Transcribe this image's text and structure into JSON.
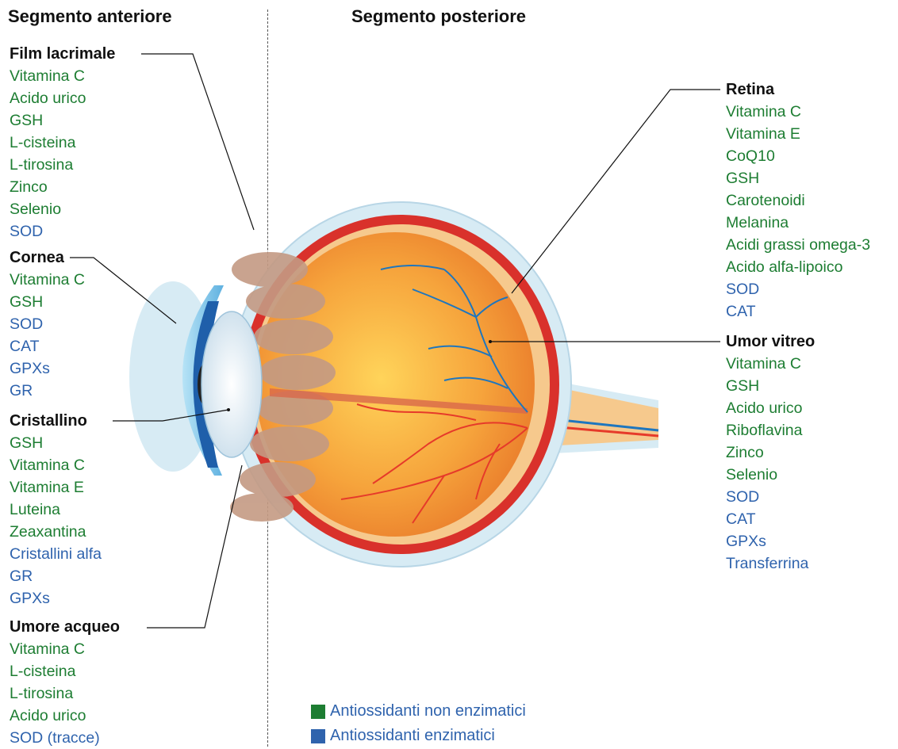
{
  "headings": {
    "anterior": "Segmento anteriore",
    "posterior": "Segmento posteriore"
  },
  "groups": [
    {
      "id": "film",
      "title": "Film lacrimale",
      "items": [
        {
          "text": "Vitamina C",
          "type": "green"
        },
        {
          "text": "Acido urico",
          "type": "green"
        },
        {
          "text": "GSH",
          "type": "green"
        },
        {
          "text": "L-cisteina",
          "type": "green"
        },
        {
          "text": "L-tirosina",
          "type": "green"
        },
        {
          "text": "Zinco",
          "type": "green"
        },
        {
          "text": "Selenio",
          "type": "green"
        },
        {
          "text": "SOD",
          "type": "blue"
        }
      ]
    },
    {
      "id": "cornea",
      "title": "Cornea",
      "items": [
        {
          "text": "Vitamina C",
          "type": "green"
        },
        {
          "text": "GSH",
          "type": "green"
        },
        {
          "text": "SOD",
          "type": "blue"
        },
        {
          "text": "CAT",
          "type": "blue"
        },
        {
          "text": "GPXs",
          "type": "blue"
        },
        {
          "text": "GR",
          "type": "blue"
        }
      ]
    },
    {
      "id": "cristallino",
      "title": "Cristallino",
      "items": [
        {
          "text": "GSH",
          "type": "green"
        },
        {
          "text": "Vitamina C",
          "type": "green"
        },
        {
          "text": "Vitamina E",
          "type": "green"
        },
        {
          "text": "Luteina",
          "type": "green"
        },
        {
          "text": "Zeaxantina",
          "type": "green"
        },
        {
          "text": "Cristallini alfa",
          "type": "blue"
        },
        {
          "text": "GR",
          "type": "blue"
        },
        {
          "text": "GPXs",
          "type": "blue"
        }
      ]
    },
    {
      "id": "acqueo",
      "title": "Umore acqueo",
      "items": [
        {
          "text": "Vitamina C",
          "type": "green"
        },
        {
          "text": "L-cisteina",
          "type": "green"
        },
        {
          "text": "L-tirosina",
          "type": "green"
        },
        {
          "text": "Acido urico",
          "type": "green"
        },
        {
          "text": "SOD (tracce)",
          "type": "blue"
        }
      ]
    },
    {
      "id": "retina",
      "title": "Retina",
      "items": [
        {
          "text": "Vitamina C",
          "type": "green"
        },
        {
          "text": "Vitamina E",
          "type": "green"
        },
        {
          "text": "CoQ10",
          "type": "green"
        },
        {
          "text": "GSH",
          "type": "green"
        },
        {
          "text": "Carotenoidi",
          "type": "green"
        },
        {
          "text": "Melanina",
          "type": "green"
        },
        {
          "text": "Acidi grassi omega-3",
          "type": "green"
        },
        {
          "text": "Acido alfa-lipoico",
          "type": "green"
        },
        {
          "text": "SOD",
          "type": "blue"
        },
        {
          "text": "CAT",
          "type": "blue"
        }
      ]
    },
    {
      "id": "vitreo",
      "title": "Umor vitreo",
      "items": [
        {
          "text": "Vitamina C",
          "type": "green"
        },
        {
          "text": "GSH",
          "type": "green"
        },
        {
          "text": "Acido urico",
          "type": "green"
        },
        {
          "text": "Riboflavina",
          "type": "green"
        },
        {
          "text": "Zinco",
          "type": "green"
        },
        {
          "text": "Selenio",
          "type": "green"
        },
        {
          "text": "SOD",
          "type": "blue"
        },
        {
          "text": "CAT",
          "type": "blue"
        },
        {
          "text": "GPXs",
          "type": "blue"
        },
        {
          "text": "Transferrina",
          "type": "blue"
        }
      ]
    }
  ],
  "legend": [
    {
      "label": "Antiossidanti non enzimatici",
      "color": "#1d7d32"
    },
    {
      "label": "Antiossidanti enzimatici",
      "color": "#2f63ad"
    }
  ],
  "colors": {
    "green": "#1d7d32",
    "blue": "#2f63ad"
  }
}
